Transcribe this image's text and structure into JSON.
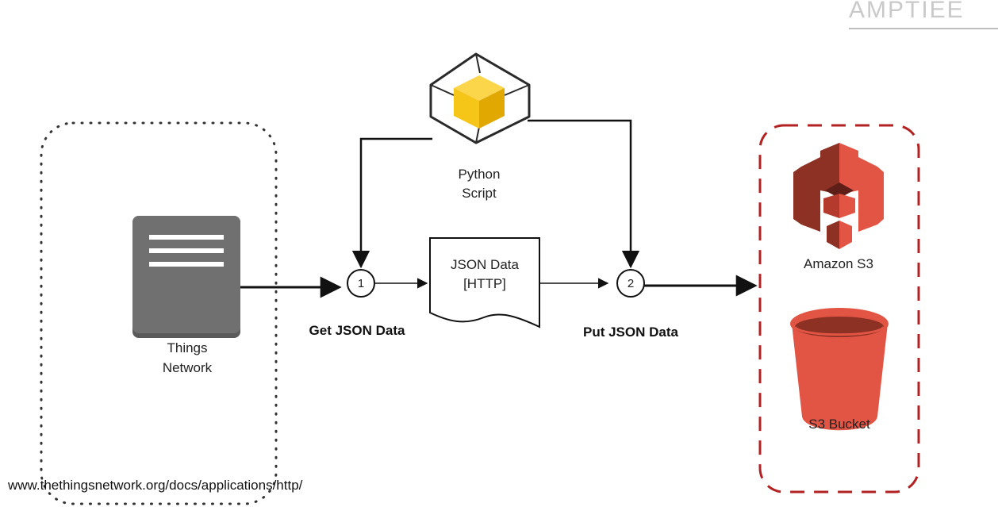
{
  "corner_text": "AMPTIEE",
  "things_network": {
    "label_line1": "Things",
    "label_line2": "Network",
    "icon": "server-icon"
  },
  "python_script": {
    "label_line1": "Python",
    "label_line2": "Script",
    "icon": "cube-icon"
  },
  "steps": {
    "step1_number": "1",
    "step2_number": "2",
    "get_label": "Get JSON Data",
    "put_label": "Put JSON Data"
  },
  "json_document": {
    "line1": "JSON Data",
    "line2": "[HTTP]",
    "icon": "document-icon"
  },
  "aws": {
    "s3_label": "Amazon S3",
    "bucket_label": "S3 Bucket",
    "s3_icon": "amazon-s3-icon",
    "bucket_icon": "bucket-icon"
  },
  "source_url": "www.thethingsnetwork.org/docs/applications/http/",
  "colors": {
    "server_gray": "#707070",
    "aws_red": "#e25444",
    "aws_dark_red": "#8c3123",
    "python_yellow": "#f5c518",
    "dashed_border": "#b22222"
  }
}
